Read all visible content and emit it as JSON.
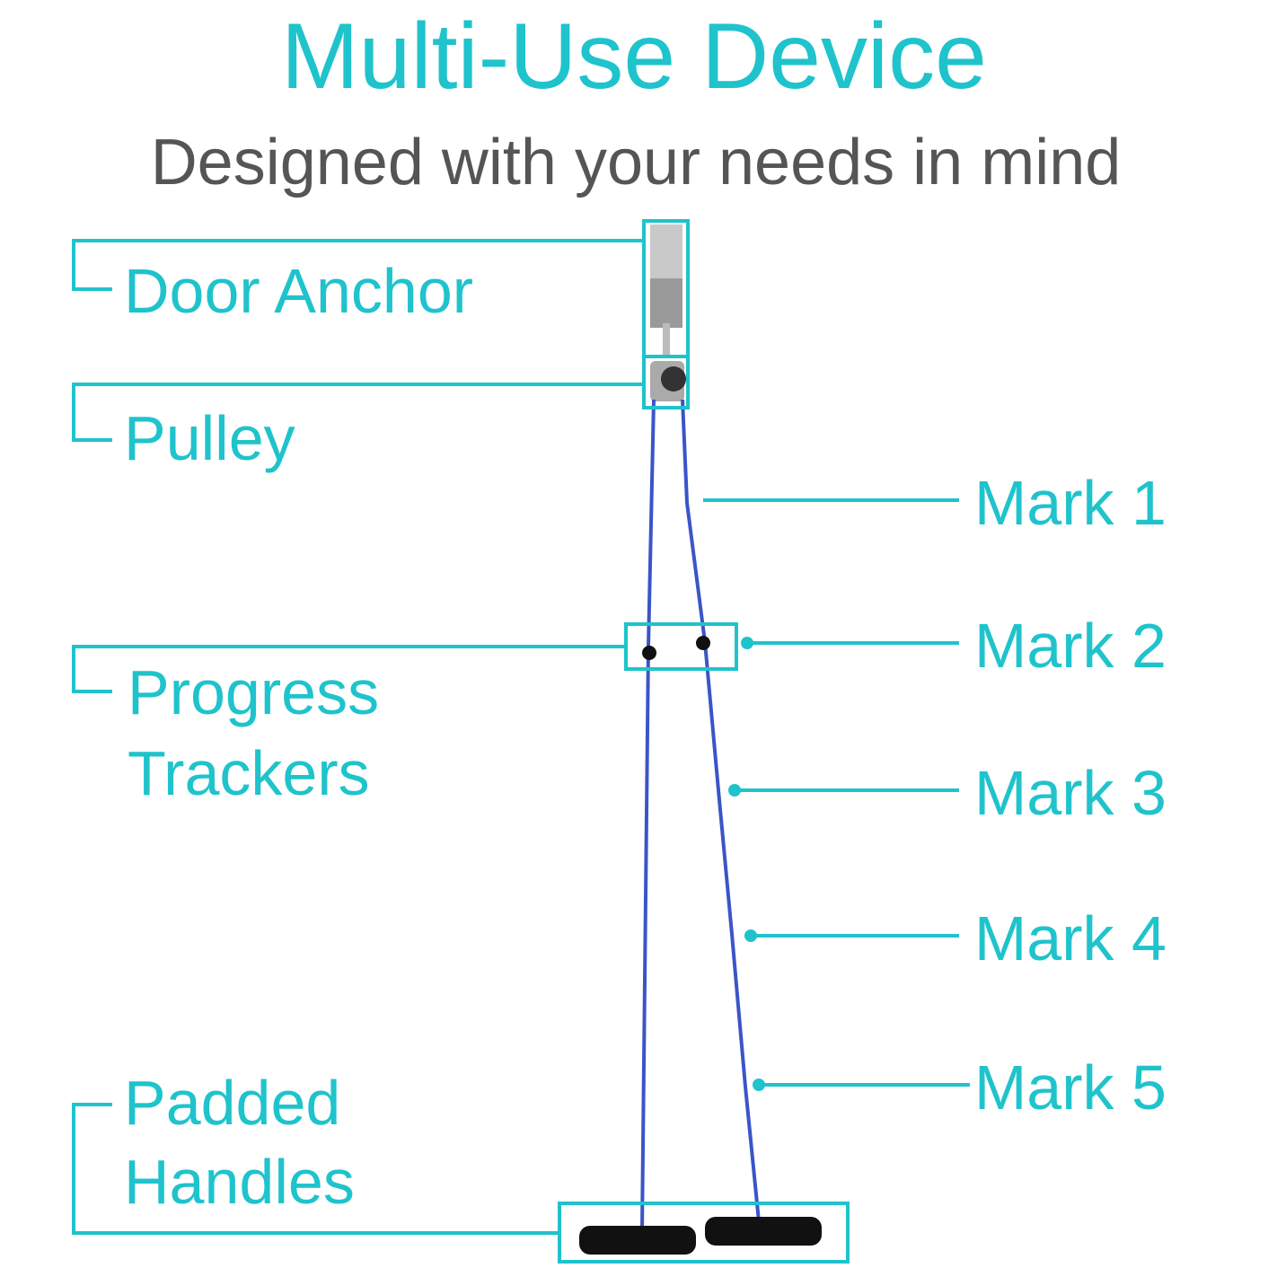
{
  "title": "Multi-Use Device",
  "subtitle": "Designed with your needs in mind",
  "labels": {
    "door_anchor": "Door Anchor",
    "pulley": "Pulley",
    "progress_line1": "Progress",
    "progress_line2": "Trackers",
    "padded_line1": "Padded",
    "padded_line2": "Handles"
  },
  "marks": [
    "Mark 1",
    "Mark 2",
    "Mark 3",
    "Mark 4",
    "Mark 5"
  ],
  "colors": {
    "accent": "#1fc3cc",
    "subtitle": "#555555",
    "rope": "#3a55c8"
  }
}
